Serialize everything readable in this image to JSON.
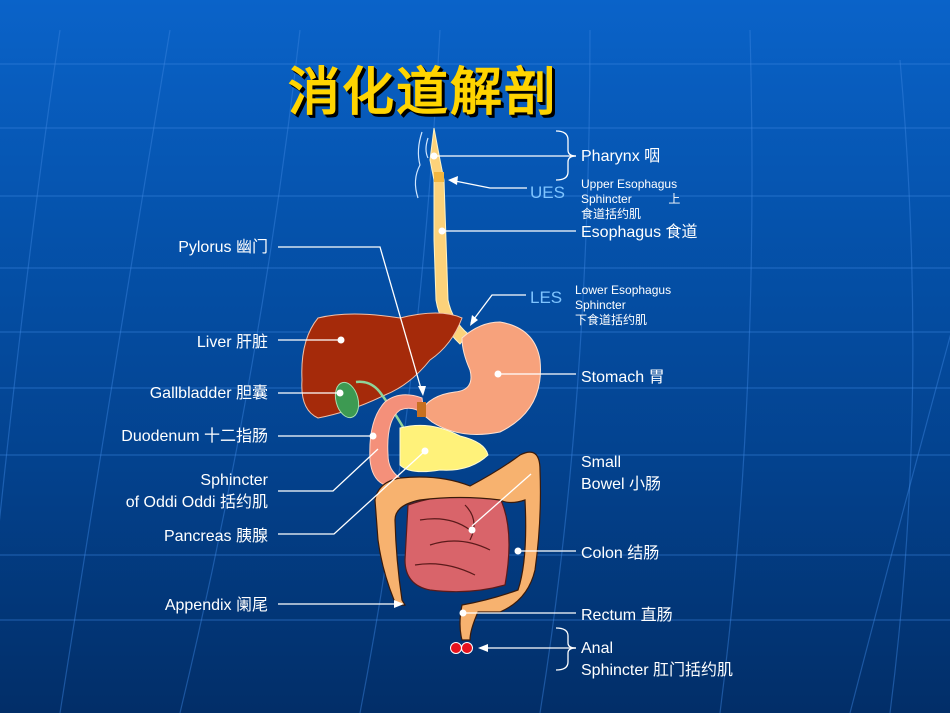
{
  "title": "消化道解剖",
  "labels": {
    "pharynx": "Pharynx  咽",
    "ues": "UES",
    "ues_desc_1": "Upper Esophagus",
    "ues_desc_2": "Sphincter           上",
    "ues_desc_3": "食道括约肌",
    "esophagus": "Esophagus   食道",
    "les": "LES",
    "les_desc_1": "Lower Esophagus",
    "les_desc_2": "Sphincter",
    "les_desc_3": "下食道括约肌",
    "stomach": "Stomach  胃",
    "small_bowel_1": "Small",
    "small_bowel_2": "Bowel  小肠",
    "colon": "Colon  结肠",
    "rectum": "Rectum  直肠",
    "anal_1": "Anal",
    "anal_2": "Sphincter  肛门括约肌",
    "pylorus": "Pylorus  幽门",
    "liver": "Liver  肝脏",
    "gallbladder": "Gallbladder  胆囊",
    "duodenum": "Duodenum  十二指肠",
    "oddi_1": "Sphincter",
    "oddi_2": "of Oddi Oddi 括约肌",
    "pancreas": "Pancreas 胰腺",
    "appendix": "Appendix  阑尾"
  },
  "colors": {
    "title": "#ffd400",
    "label": "#ffffff",
    "sphincter_label": "#7ec4ff",
    "liver": "#a52a0a",
    "stomach": "#f7a27c",
    "esophagus": "#fcd27a",
    "pancreas": "#fff27a",
    "gallbladder": "#3d9a52",
    "colon": "#f7b26f",
    "small_bowel": "#d9646a",
    "anal_sphincter": "#e8121c"
  }
}
